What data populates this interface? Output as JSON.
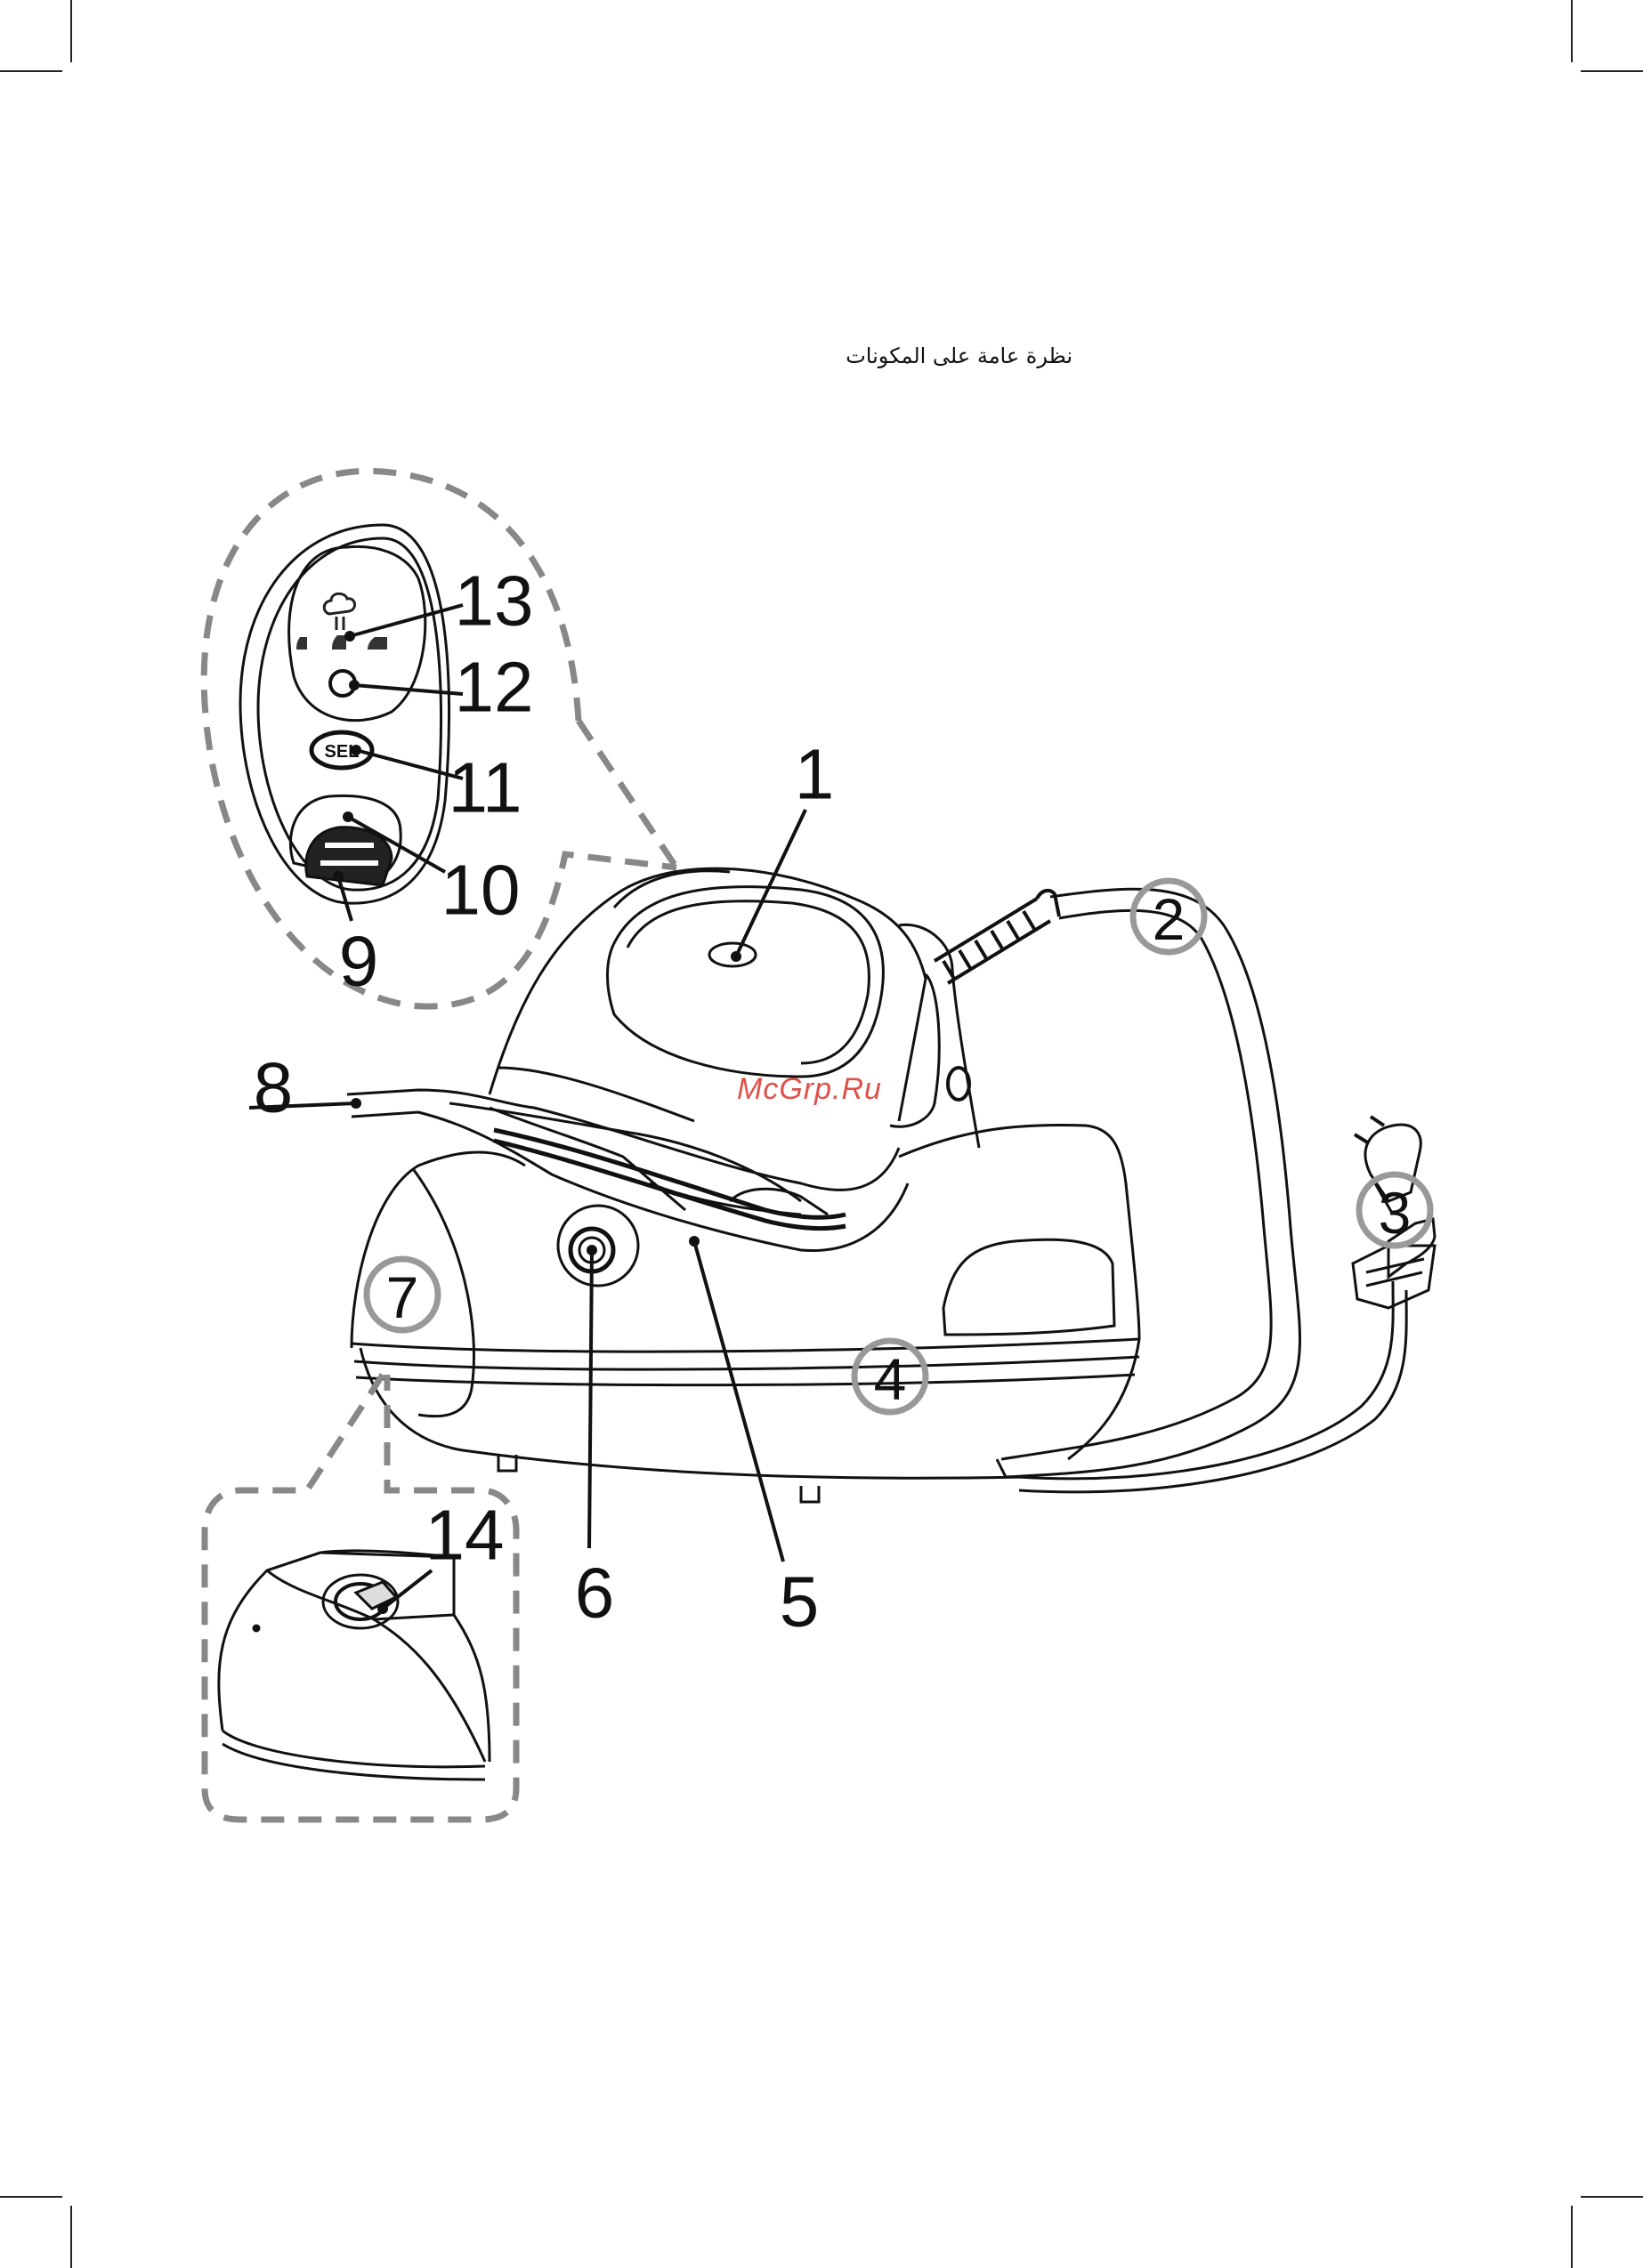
{
  "page": {
    "title": "نظرة عامة على المكونات",
    "watermark": "McGrp.Ru"
  },
  "labels": {
    "l1": "1",
    "l2": "2",
    "l3": "3",
    "l4": "4",
    "l5": "5",
    "l6": "6",
    "l7": "7",
    "l8": "8",
    "l9": "9",
    "l10": "10",
    "l11": "11",
    "l12": "12",
    "l13": "13",
    "l14": "14"
  },
  "panel": {
    "sel_button": "SEL"
  },
  "icons": {
    "steam": "steam-cloud-icon",
    "iron_low": "iron-low-icon",
    "iron_mid": "iron-mid-icon",
    "iron_high": "iron-high-icon"
  }
}
